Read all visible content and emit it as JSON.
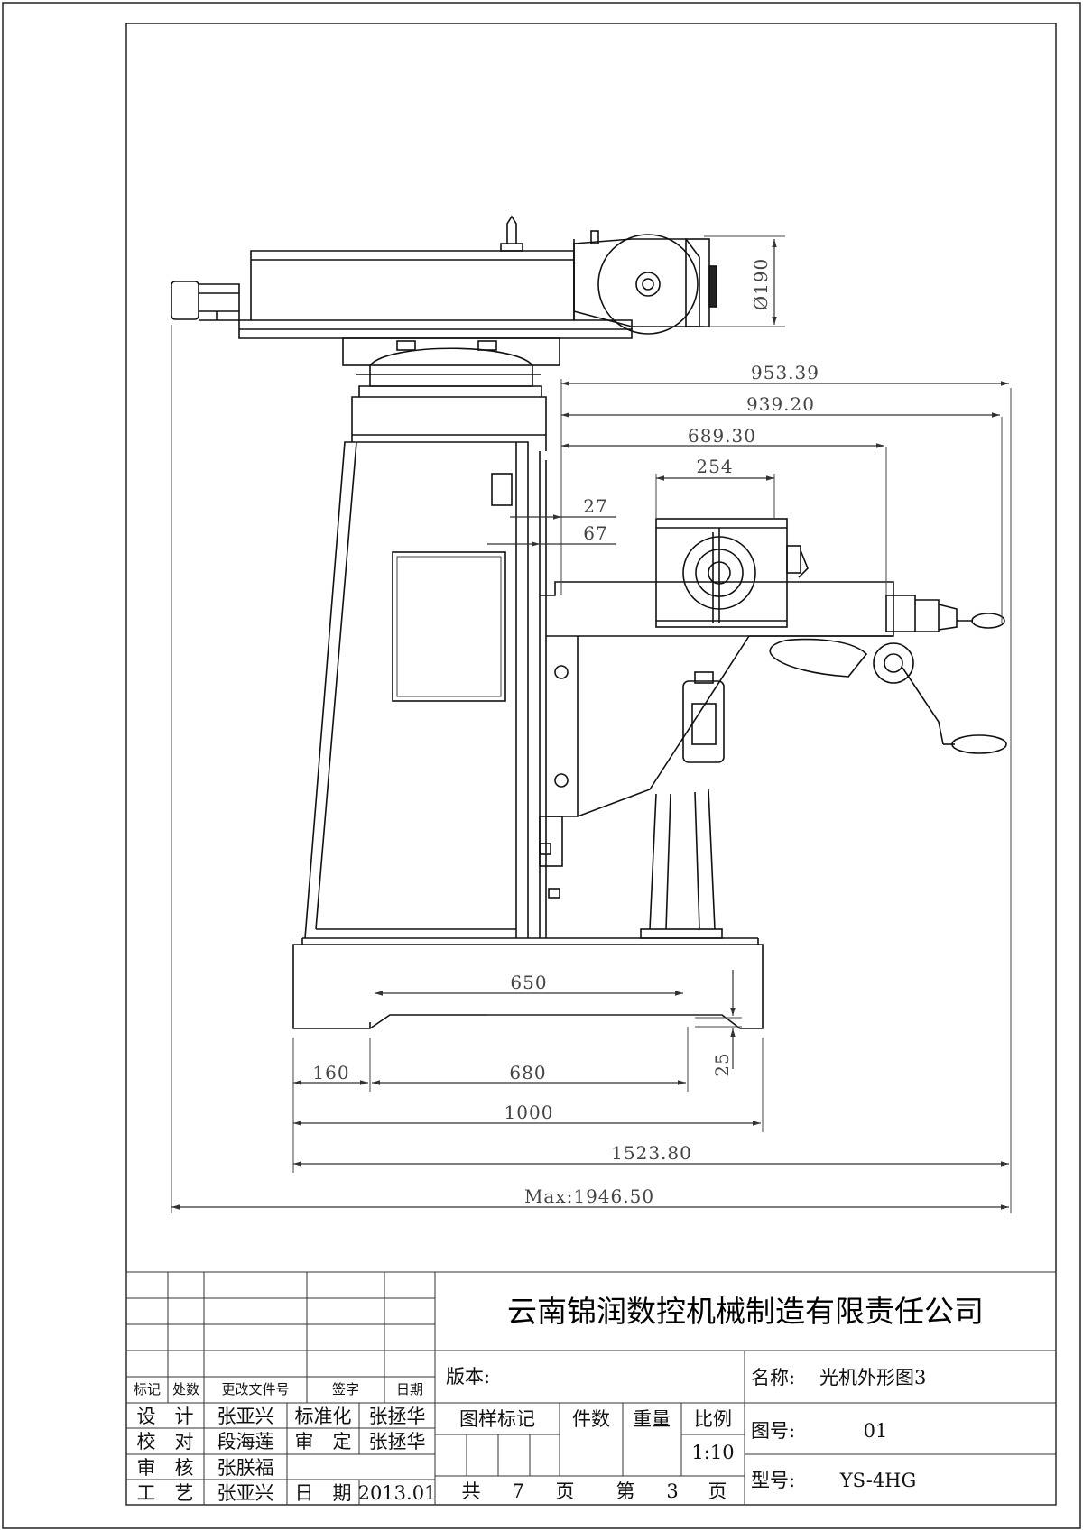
{
  "drawing": {
    "dimensions": {
      "d190": "Ø190",
      "d953": "953.39",
      "d939": "939.20",
      "d689": "689.30",
      "d254": "254",
      "d27": "27",
      "d67": "67",
      "d650": "650",
      "d160": "160",
      "d680": "680",
      "d25": "25",
      "d1000": "1000",
      "d1523": "1523.80",
      "dmax": "Max:1946.50"
    }
  },
  "title_block": {
    "company": "云南锦润数控机械制造有限责任公司",
    "header": {
      "mark": "标记",
      "count": "处数",
      "change_doc": "更改文件号",
      "signature": "签字",
      "date": "日期"
    },
    "rows": {
      "design_label": "设　计",
      "design_name": "张亚兴",
      "std_label": "标准化",
      "std_name": "张拯华",
      "check_label": "校　对",
      "check_name": "段海莲",
      "approve_label": "审　定",
      "approve_name": "张拯华",
      "review_label": "审　核",
      "review_name": "张朕福",
      "process_label": "工　艺",
      "process_name": "张亚兴",
      "date_label": "日　期",
      "date_value": "2013.01"
    },
    "version_label": "版本:",
    "sample_mark_label": "图样标记",
    "quantity_label": "件数",
    "weight_label": "重量",
    "scale_label": "比例",
    "scale_value": "1:10",
    "total_label": "共",
    "total_pages": "7",
    "page_unit": "页",
    "current_label": "第",
    "current_page": "3",
    "name_label": "名称:",
    "name_value": "光机外形图3",
    "drawing_no_label": "图号:",
    "drawing_no_value": "01",
    "model_label": "型号:",
    "model_value": "YS-4HG"
  }
}
